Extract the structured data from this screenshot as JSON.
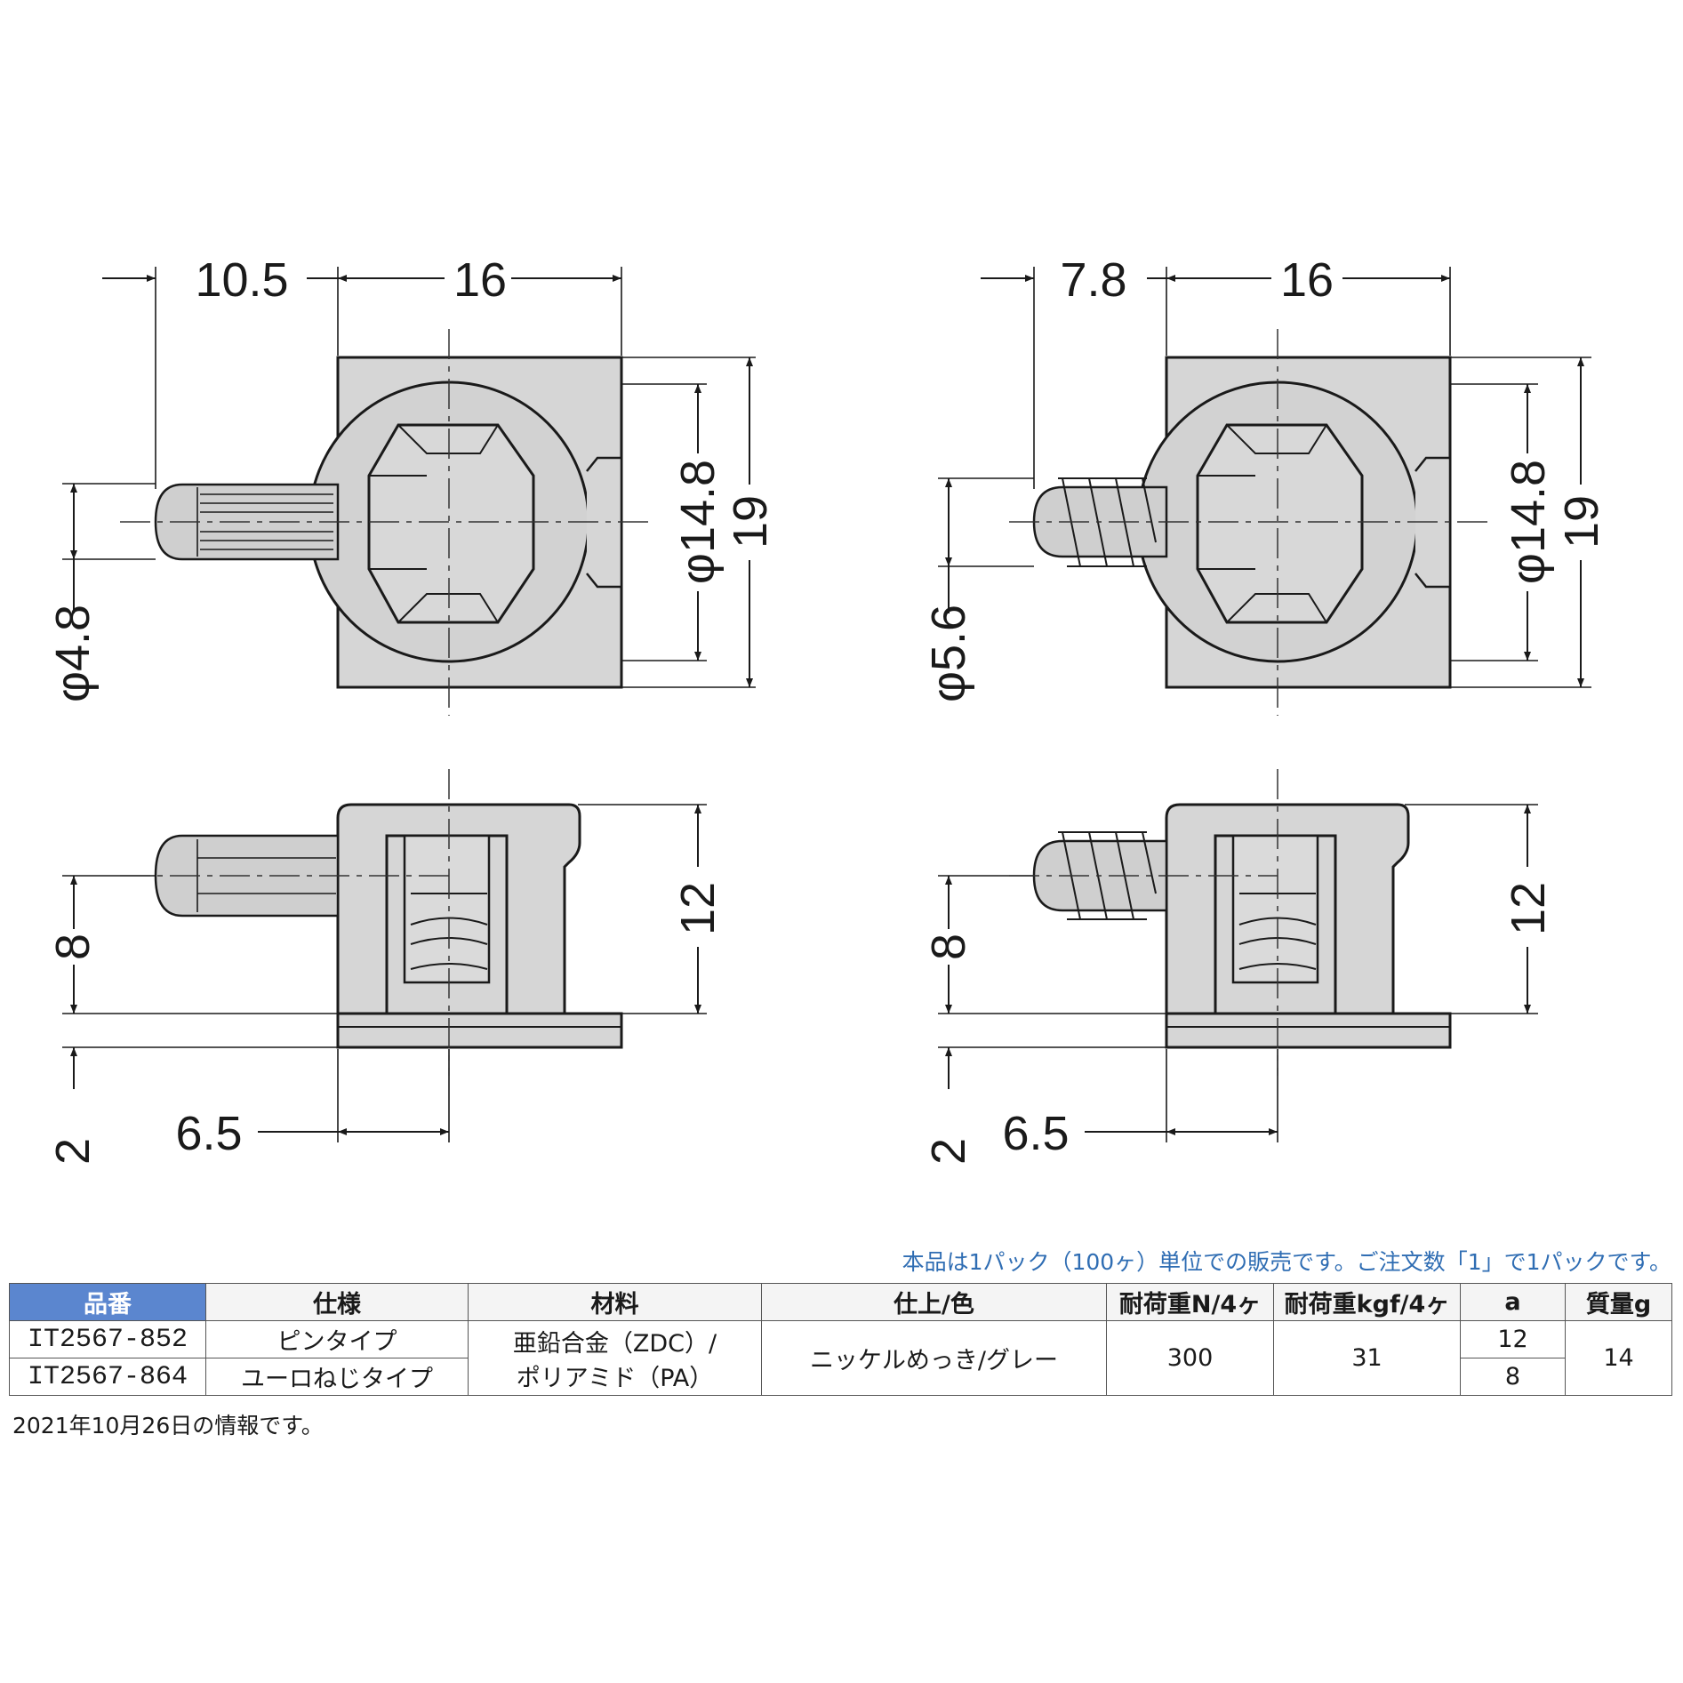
{
  "dimensions": {
    "left_top": {
      "pin_len": "10.5",
      "width": "16",
      "dia_pin": "φ4.8",
      "dia_body": "φ14.8",
      "height": "19"
    },
    "right_top": {
      "pin_len": "7.8",
      "width": "16",
      "dia_pin": "φ5.6",
      "dia_body": "φ14.8",
      "height": "19"
    },
    "left_side": {
      "pin_height": "8",
      "base": "2",
      "offset": "6.5",
      "height": "12"
    },
    "right_side": {
      "pin_height": "8",
      "base": "2",
      "offset": "6.5",
      "height": "12"
    }
  },
  "note": "本品は1パック（100ヶ）単位での販売です。ご注文数「1」で1パックです。",
  "table": {
    "headers": [
      "品番",
      "仕様",
      "材料",
      "仕上/色",
      "耐荷重N/4ヶ",
      "耐荷重kgf/4ヶ",
      "a",
      "質量g"
    ],
    "rows": [
      {
        "code": "IT2567-852",
        "spec": "ピンタイプ",
        "a": "12"
      },
      {
        "code": "IT2567-864",
        "spec": "ユーロねじタイプ",
        "a": "8"
      }
    ],
    "shared": {
      "material_line1": "亜鉛合金（ZDC）/",
      "material_line2": "ポリアミド（PA）",
      "finish": "ニッケルめっき/グレー",
      "load_n": "300",
      "load_kgf": "31",
      "mass": "14"
    }
  },
  "footer": "2021年10月26日の情報です。",
  "colors": {
    "header_accent": "#5b86cf",
    "note_text": "#2f6db3",
    "part_fill": "#d6d6d6"
  }
}
